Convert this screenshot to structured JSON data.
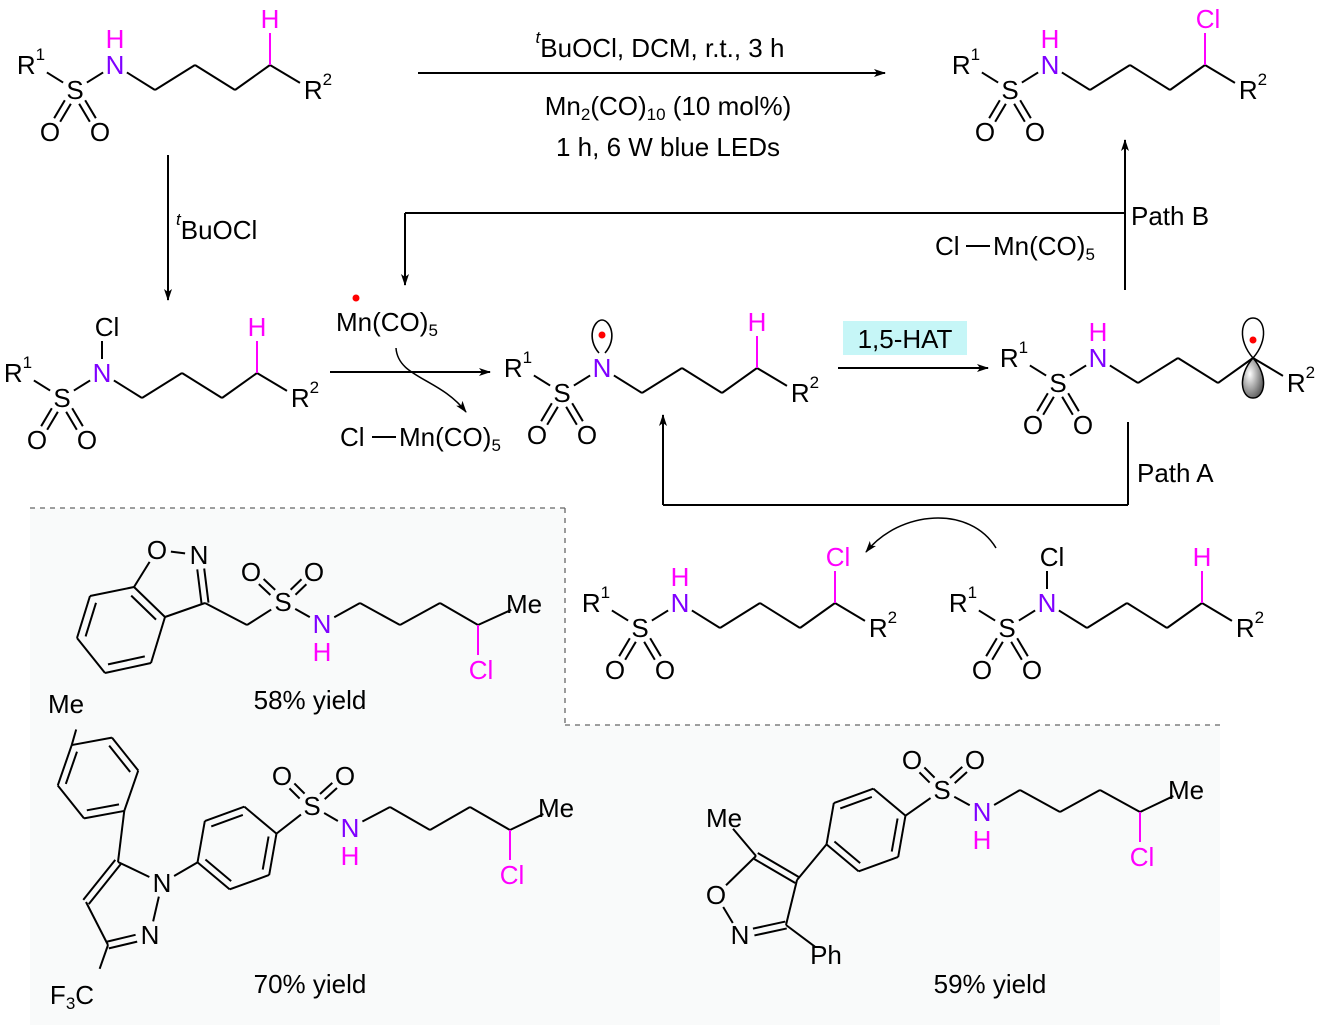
{
  "colors": {
    "nitrogen": "#7f00ff",
    "highlight": "#ff00ff",
    "radical": "#ff0000",
    "hat_box": "#c6f6f7",
    "panel": "#f9fafa",
    "ink": "#000000"
  },
  "atoms": {
    "R": "R",
    "one": "1",
    "two": "2",
    "three": "3",
    "five": "5",
    "S": "S",
    "O": "O",
    "N": "N",
    "H": "H",
    "Cl": "Cl",
    "Me": "Me",
    "Ph": "Ph",
    "F": "F",
    "C": "C"
  },
  "conditions": {
    "t": "t",
    "line1": "BuOCl, DCM, r.t., 3 h",
    "mn": "Mn",
    "mn_sub": "2",
    "co": "(CO)",
    "co_sub": "10",
    "line2_rest": " (10 mol%)",
    "line3": "1 h, 6 W blue LEDs"
  },
  "step1": {
    "t": "t",
    "reagent": "BuOCl"
  },
  "mn_radical": {
    "label": "Mn(CO)",
    "sub": "5"
  },
  "byproduct": {
    "cl": "Cl",
    "mn": "Mn(CO)",
    "sub": "5"
  },
  "hat_label": "1,5-HAT",
  "path_a": "Path A",
  "path_b": "Path B",
  "yields": [
    "58% yield",
    "70% yield",
    "59% yield"
  ]
}
